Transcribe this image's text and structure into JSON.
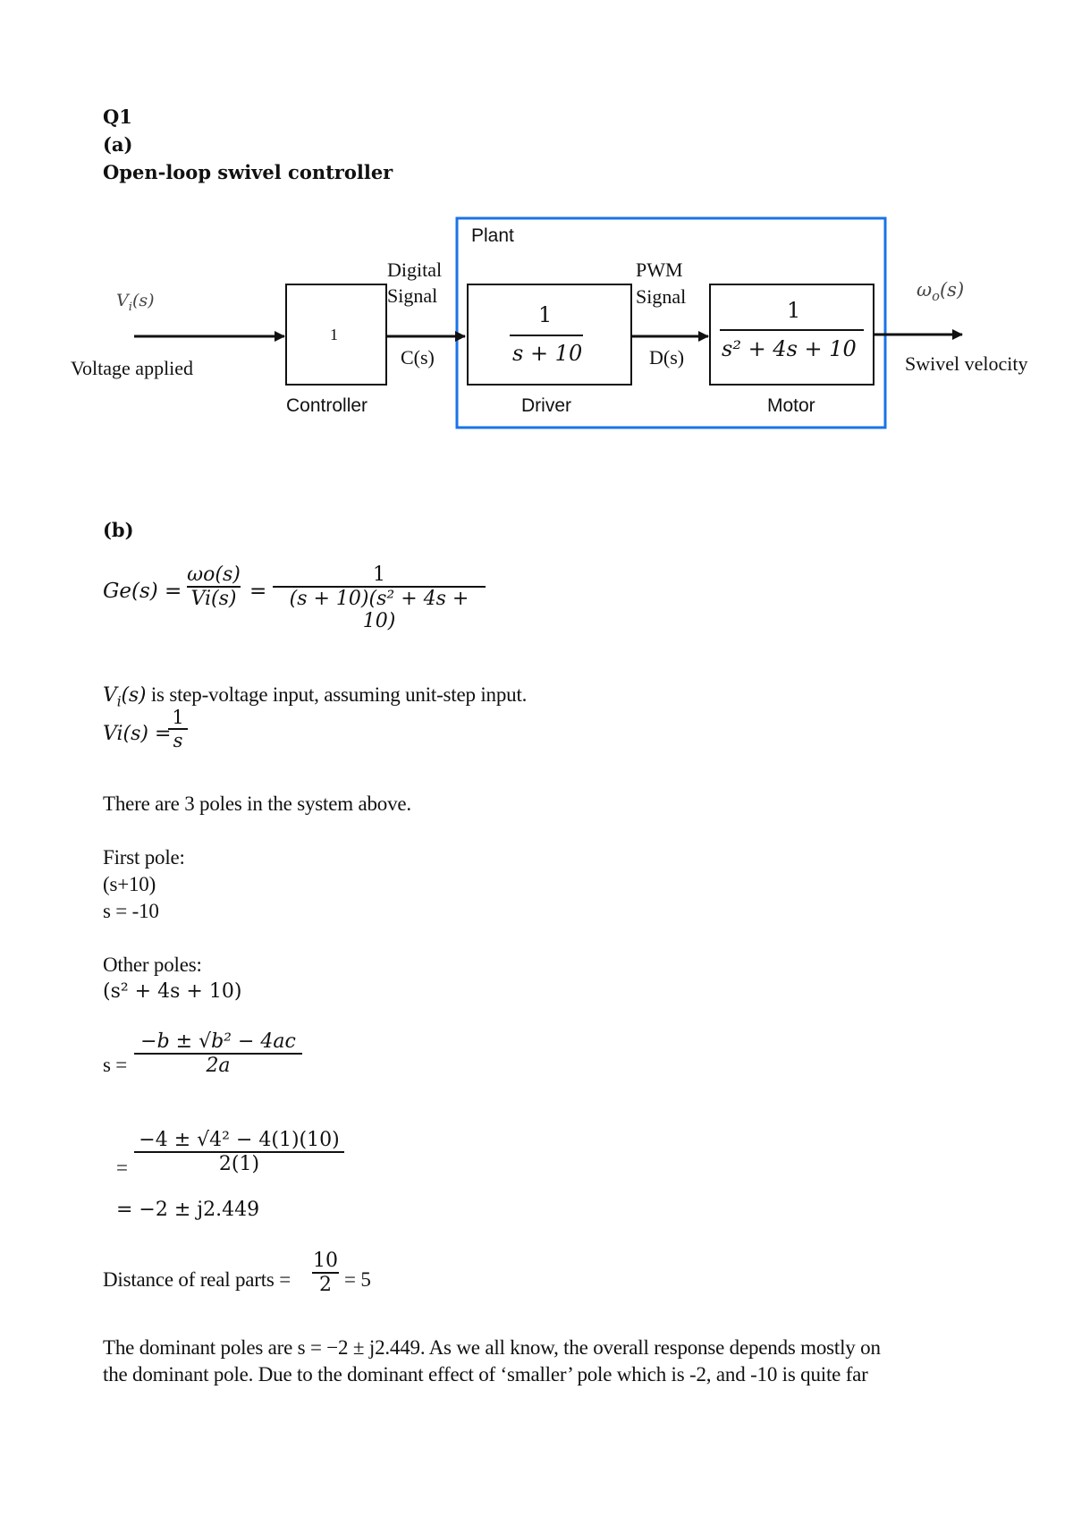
{
  "heading": {
    "q": "Q1",
    "part_a": "(a)",
    "title": "Open-loop swivel controller",
    "part_b": "(b)"
  },
  "diagram": {
    "plant_label": "Plant",
    "input_symbol": "V",
    "input_sub": "i",
    "input_arg": "(s)",
    "input_caption": "Voltage applied",
    "controller_gain": "1",
    "controller_label": "Controller",
    "digital_signal": "Digital\nSignal",
    "digital_line1": "Digital",
    "digital_line2": "Signal",
    "c_signal": "C(s)",
    "driver_num": "1",
    "driver_den": "s + 10",
    "driver_label": "Driver",
    "pwm_line1": "PWM",
    "pwm_line2": "Signal",
    "d_signal": "D(s)",
    "motor_num": "1",
    "motor_den": "s² + 4s + 10",
    "motor_label": "Motor",
    "output_symbol": "ω",
    "output_sub": "o",
    "output_arg": "(s)",
    "output_caption": "Swivel velocity",
    "colors": {
      "plant_border": "#1a73e8",
      "line": "#111111"
    }
  },
  "equations": {
    "ge_lhs": "Ge(s) =",
    "ge_num": "ωo(s)",
    "ge_den": "Vi(s)",
    "eq": "=",
    "ge_rhs_num": "1",
    "ge_rhs_den": "(s + 10)(s² + 4s + 10)",
    "vi_text": " is step-voltage input, assuming unit-step input.",
    "vi_lhs": "Vi(s) =",
    "vi_num": "1",
    "vi_den": "s"
  },
  "text": {
    "poles_intro": "There are 3 poles in the system above.",
    "first_pole": "First pole:",
    "first_factor": "(s+10)",
    "first_root": "s = -10",
    "other_poles": "Other poles:",
    "other_factor": "(s² + 4s + 10)",
    "quad_lhs": "s =",
    "quad_num": "−b ± √b² − 4ac",
    "quad_den": "2a",
    "sub_eq": "=",
    "sub_num": "−4 ± √4² − 4(1)(10)",
    "sub_den": "2(1)",
    "result": "= −2 ± j2.449",
    "distance_lhs": "Distance of real parts =",
    "distance_num": "10",
    "distance_den": "2",
    "distance_rhs": "= 5",
    "dominant_line1": "The dominant poles are s = −2 ± j2.449. As we all know, the overall response depends mostly on",
    "dominant_line2": "the dominant pole. Due to the dominant effect of ‘smaller’ pole which is -2, and -10 is quite far"
  }
}
